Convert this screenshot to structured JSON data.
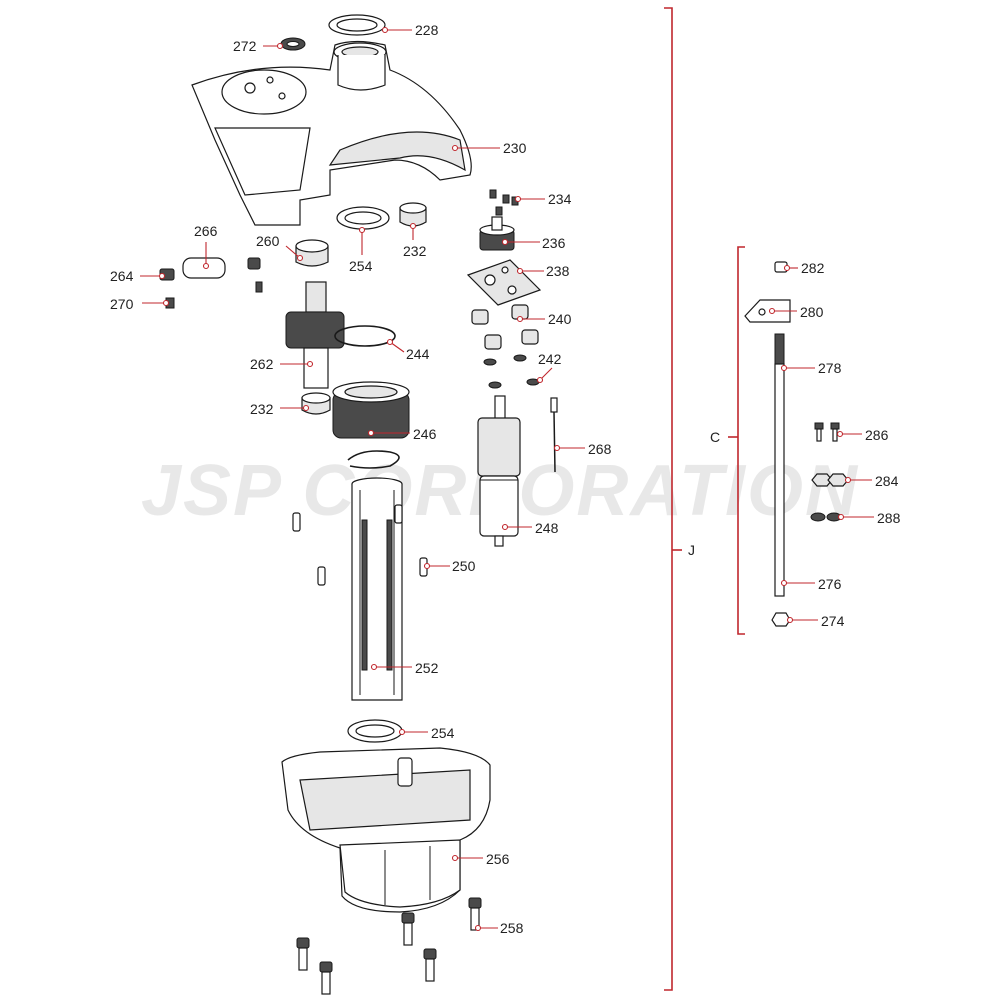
{
  "diagram": {
    "watermark": "JSP CORPORATION",
    "accent_color": "#c0272d",
    "groups": [
      {
        "id": "J",
        "label": "J"
      },
      {
        "id": "C",
        "label": "C"
      }
    ],
    "parts": [
      {
        "id": "228",
        "label": "228"
      },
      {
        "id": "272",
        "label": "272"
      },
      {
        "id": "230",
        "label": "230"
      },
      {
        "id": "234",
        "label": "234"
      },
      {
        "id": "236",
        "label": "236"
      },
      {
        "id": "238",
        "label": "238"
      },
      {
        "id": "240",
        "label": "240"
      },
      {
        "id": "242",
        "label": "242"
      },
      {
        "id": "268",
        "label": "268"
      },
      {
        "id": "248",
        "label": "248"
      },
      {
        "id": "266",
        "label": "266"
      },
      {
        "id": "264",
        "label": "264"
      },
      {
        "id": "270",
        "label": "270"
      },
      {
        "id": "260",
        "label": "260"
      },
      {
        "id": "254a",
        "label": "254"
      },
      {
        "id": "232a",
        "label": "232"
      },
      {
        "id": "262",
        "label": "262"
      },
      {
        "id": "244",
        "label": "244"
      },
      {
        "id": "232b",
        "label": "232"
      },
      {
        "id": "246",
        "label": "246"
      },
      {
        "id": "250",
        "label": "250"
      },
      {
        "id": "252",
        "label": "252"
      },
      {
        "id": "254b",
        "label": "254"
      },
      {
        "id": "256",
        "label": "256"
      },
      {
        "id": "258",
        "label": "258"
      },
      {
        "id": "282",
        "label": "282"
      },
      {
        "id": "280",
        "label": "280"
      },
      {
        "id": "278",
        "label": "278"
      },
      {
        "id": "286",
        "label": "286"
      },
      {
        "id": "284",
        "label": "284"
      },
      {
        "id": "288",
        "label": "288"
      },
      {
        "id": "276",
        "label": "276"
      },
      {
        "id": "274",
        "label": "274"
      }
    ]
  }
}
